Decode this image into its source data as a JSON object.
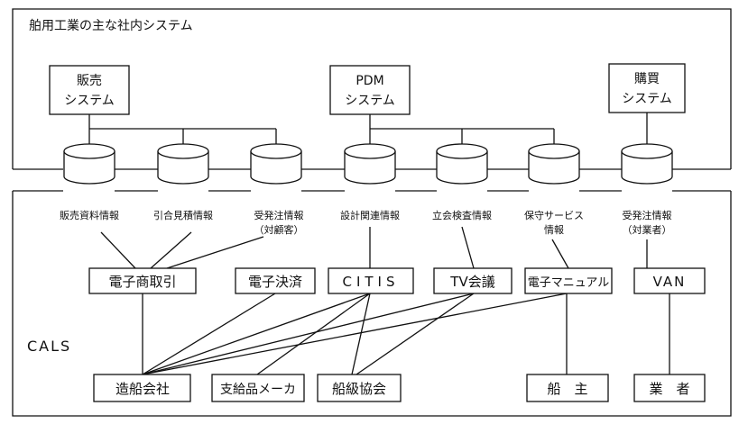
{
  "title": "舶用工業の主な社内システム",
  "systems": [
    {
      "id": "sales",
      "lines": [
        "販売",
        "システム"
      ]
    },
    {
      "id": "pdm",
      "lines": [
        "PDM",
        "システム"
      ]
    },
    {
      "id": "purchase",
      "lines": [
        "購買",
        "システム"
      ]
    }
  ],
  "databases": [
    {
      "id": "sales-material",
      "lines": [
        "販売資料情報"
      ]
    },
    {
      "id": "quote",
      "lines": [
        "引合見積情報"
      ]
    },
    {
      "id": "order-customer",
      "lines": [
        "受発注情報",
        "（対顧客）"
      ]
    },
    {
      "id": "design",
      "lines": [
        "設計関連情報"
      ]
    },
    {
      "id": "inspection",
      "lines": [
        "立会検査情報"
      ]
    },
    {
      "id": "maintenance",
      "lines": [
        "保守サービス",
        "情報"
      ]
    },
    {
      "id": "order-vendor",
      "lines": [
        "受発注情報",
        "（対業者）"
      ]
    }
  ],
  "cals_label": "CALS",
  "cals_systems": [
    {
      "id": "ecommerce",
      "label": "電子商取引"
    },
    {
      "id": "epayment",
      "label": "電子決済"
    },
    {
      "id": "citis",
      "label": "CITIS"
    },
    {
      "id": "tv-conf",
      "label": "TV会議"
    },
    {
      "id": "emanual",
      "label": "電子マニュアル"
    },
    {
      "id": "van",
      "label": "VAN"
    }
  ],
  "parties": [
    {
      "id": "shipyard",
      "label": "造船会社"
    },
    {
      "id": "supplier",
      "label": "支給品メーカ"
    },
    {
      "id": "classification",
      "label": "船級協会"
    },
    {
      "id": "owner",
      "label": "船　主"
    },
    {
      "id": "vendor",
      "label": "業　者"
    }
  ]
}
